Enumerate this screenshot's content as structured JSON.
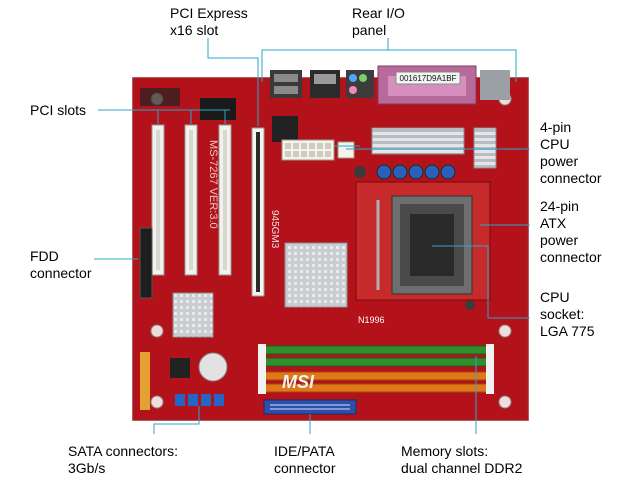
{
  "board": {
    "brand_logo": "MSI",
    "model_silkscreen": "MS-7267 VER:3.0",
    "chipset_silkscreen": "945GM3",
    "marking": "N1996",
    "serial_sticker": "001617D9A1BF",
    "pcb_color": "#b3121a",
    "ram_green": "#2f8f2f",
    "ram_orange": "#e0781a",
    "ide_blue": "#2c4fa8",
    "sata_blue": "#2466c7",
    "callout_line_color": "#2aa6c9"
  },
  "labels": {
    "pci_express": "PCI Express\nx16 slot",
    "rear_io": "Rear I/O\npanel",
    "pci_slots": "PCI slots",
    "cpu_power": "4-pin\nCPU\npower\nconnector",
    "atx_power": "24-pin\nATX\npower\nconnector",
    "fdd": "FDD\nconnector",
    "cpu_socket": "CPU\nsocket:\nLGA 775",
    "sata": "SATA connectors:\n3Gb/s",
    "ide": "IDE/PATA\nconnector",
    "memory": "Memory slots:\ndual channel DDR2"
  }
}
